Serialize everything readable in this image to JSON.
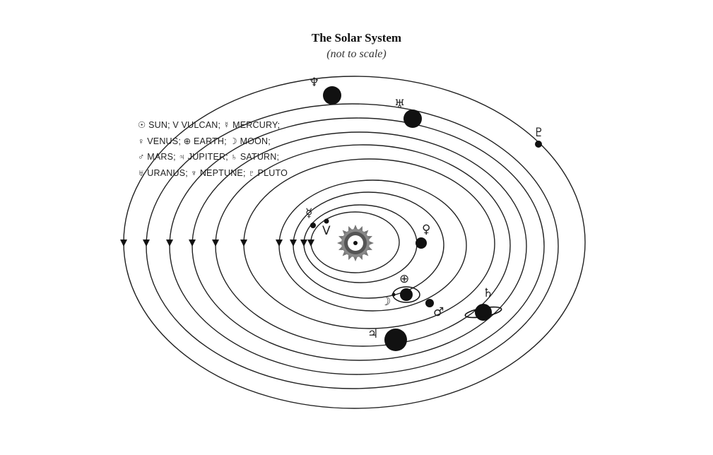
{
  "title": "The Solar System",
  "subtitle": "(not to scale)",
  "legend": [
    "☉ SUN; V VULCAN; ☿ MERCURY;",
    "♀ VENUS; ⊕ EARTH; ☽ MOON;",
    "♂ MARS; ♃ JUPITER; ♄ SATURN;",
    "♅ URANUS; ♆ NEPTUNE; ♇ PLUTO"
  ],
  "bodies": [
    {
      "name": "sun",
      "symbol": "☉"
    },
    {
      "name": "vulcan",
      "symbol": "V"
    },
    {
      "name": "mercury",
      "symbol": "☿"
    },
    {
      "name": "venus",
      "symbol": "♀"
    },
    {
      "name": "earth",
      "symbol": "⊕"
    },
    {
      "name": "moon",
      "symbol": "☽"
    },
    {
      "name": "mars",
      "symbol": "♂"
    },
    {
      "name": "jupiter",
      "symbol": "♃"
    },
    {
      "name": "saturn",
      "symbol": "♄"
    },
    {
      "name": "uranus",
      "symbol": "♅"
    },
    {
      "name": "neptune",
      "symbol": "♆"
    },
    {
      "name": "pluto",
      "symbol": "♇"
    }
  ],
  "colors": {
    "ink": "#111111",
    "background": "#ffffff"
  }
}
